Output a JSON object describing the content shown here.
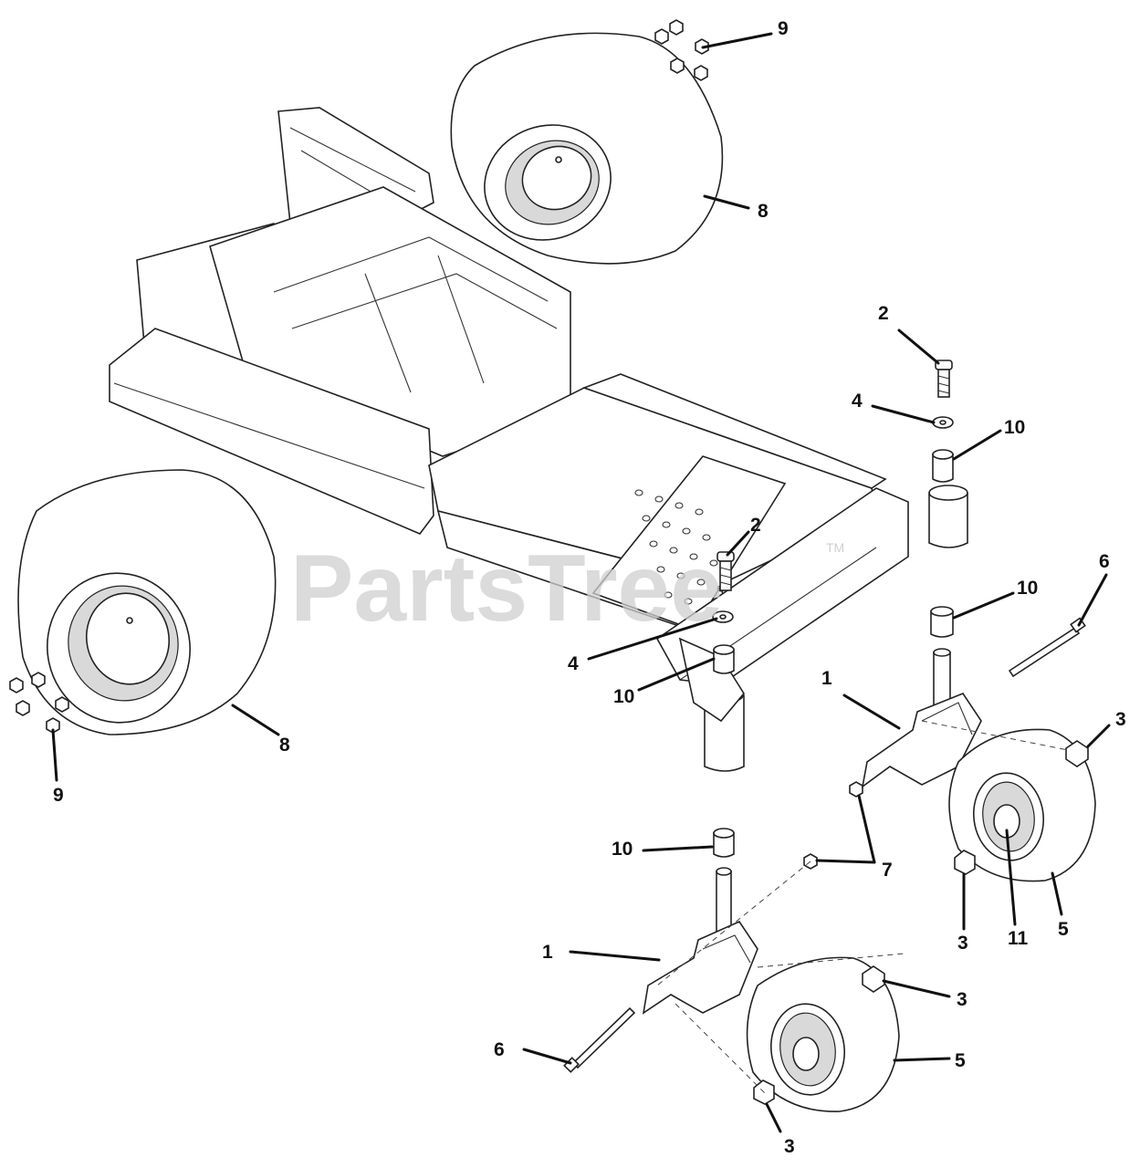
{
  "watermark": {
    "text": "PartsTree",
    "trademark": "TM"
  },
  "callouts": [
    {
      "id": "c9a",
      "label": "9"
    },
    {
      "id": "c8a",
      "label": "8"
    },
    {
      "id": "c2a",
      "label": "2"
    },
    {
      "id": "c4a",
      "label": "4"
    },
    {
      "id": "c10a",
      "label": "10"
    },
    {
      "id": "c2b",
      "label": "2"
    },
    {
      "id": "c10b",
      "label": "10"
    },
    {
      "id": "c6a",
      "label": "6"
    },
    {
      "id": "c4b",
      "label": "4"
    },
    {
      "id": "c10c",
      "label": "10"
    },
    {
      "id": "c1a",
      "label": "1"
    },
    {
      "id": "c3a",
      "label": "3"
    },
    {
      "id": "c8b",
      "label": "8"
    },
    {
      "id": "c9b",
      "label": "9"
    },
    {
      "id": "c10d",
      "label": "10"
    },
    {
      "id": "c7a",
      "label": "7"
    },
    {
      "id": "c3b",
      "label": "3"
    },
    {
      "id": "c11a",
      "label": "11"
    },
    {
      "id": "c5a",
      "label": "5"
    },
    {
      "id": "c1b",
      "label": "1"
    },
    {
      "id": "c3c",
      "label": "3"
    },
    {
      "id": "c6b",
      "label": "6"
    },
    {
      "id": "c5b",
      "label": "5"
    },
    {
      "id": "c3d",
      "label": "3"
    }
  ]
}
